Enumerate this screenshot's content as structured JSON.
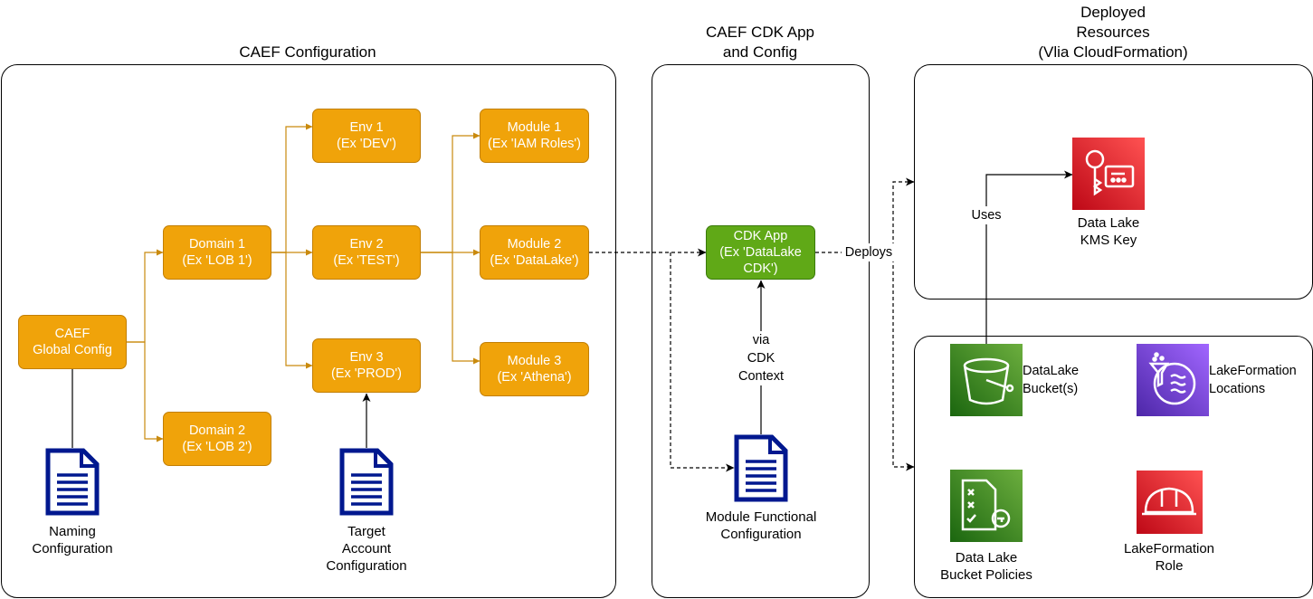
{
  "sections": {
    "caef_config_title": "CAEF Configuration",
    "cdk_app_title": "CAEF CDK App\nand Config",
    "deployed_title": "Deployed\nResources\n(Vlia CloudFormation)"
  },
  "boxes": {
    "global_config": "CAEF\nGlobal Config",
    "domain1": "Domain 1\n(Ex 'LOB 1')",
    "domain2": "Domain 2\n(Ex 'LOB 2')",
    "env1": "Env 1\n(Ex 'DEV')",
    "env2": "Env 2\n(Ex 'TEST')",
    "env3": "Env 3\n(Ex 'PROD')",
    "module1": "Module 1\n(Ex 'IAM Roles')",
    "module2": "Module 2\n(Ex 'DataLake')",
    "module3": "Module 3\n(Ex 'Athena')",
    "cdk_app": "CDK App\n(Ex 'DataLake\nCDK')"
  },
  "documents": {
    "naming": "Naming\nConfiguration",
    "target_account": "Target\nAccount\nConfiguration",
    "module_functional": "Module Functional\nConfiguration"
  },
  "edge_labels": {
    "via_cdk_context": "via\nCDK\nContext",
    "deploys": "Deploys",
    "uses": "Uses"
  },
  "resources": {
    "kms_key": "Data Lake\nKMS Key",
    "datalake_bucket": "DataLake\nBucket(s)",
    "lakeformation_locations": "LakeFormation\nLocations",
    "bucket_policies": "Data Lake\nBucket Policies",
    "lakeformation_role": "LakeFormation\nRole"
  },
  "colors": {
    "orange": "#f0a30a",
    "green": "#60a917",
    "kms_red": "#e7273d",
    "s3_green": "#3f8624",
    "lakeformation_purple": "#7b3fe4",
    "doc_blue": "#00188f"
  }
}
